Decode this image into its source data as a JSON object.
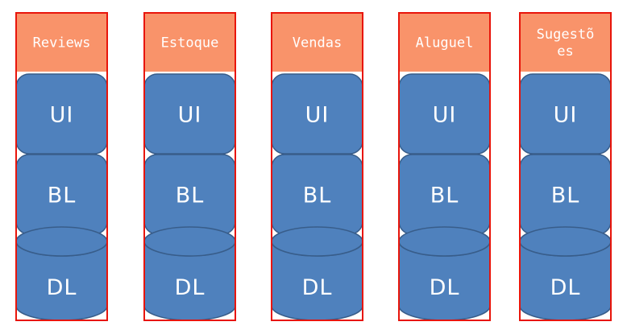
{
  "colors": {
    "header_fill": "#F9936A",
    "column_border": "#E8150B",
    "layer_fill": "#4F81BD",
    "layer_stroke": "#385D8A",
    "text": "#FFFFFF"
  },
  "columns": [
    {
      "title_lines": [
        "Reviews"
      ],
      "layers": [
        "UI",
        "BL",
        "DL"
      ]
    },
    {
      "title_lines": [
        "Estoque"
      ],
      "layers": [
        "UI",
        "BL",
        "DL"
      ]
    },
    {
      "title_lines": [
        "Vendas"
      ],
      "layers": [
        "UI",
        "BL",
        "DL"
      ]
    },
    {
      "title_lines": [
        "Aluguel"
      ],
      "layers": [
        "UI",
        "BL",
        "DL"
      ]
    },
    {
      "title_lines": [
        "Sugestõ",
        "es"
      ],
      "layers": [
        "UI",
        "BL",
        "DL"
      ]
    }
  ]
}
